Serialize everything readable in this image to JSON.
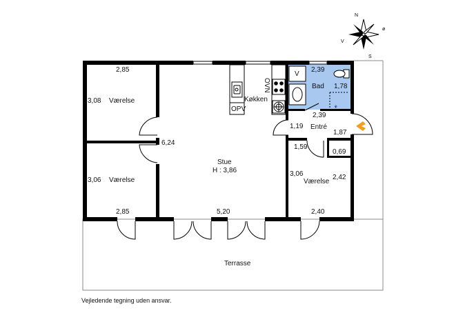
{
  "rooms": {
    "vaerelse_1": {
      "name": "Værelse",
      "width": "2,85",
      "depth": "3,08"
    },
    "vaerelse_2": {
      "name": "Værelse",
      "width": "2,85",
      "depth": "3,06"
    },
    "stue": {
      "name": "Stue",
      "height": "H : 3,86",
      "width": "5,20",
      "depth": "6,24"
    },
    "koekken": {
      "name": "Køkken",
      "ovn": "OVN",
      "opv": "OPV"
    },
    "bad": {
      "name": "Bad",
      "width": "2,39",
      "depth": "1,78",
      "v": "V"
    },
    "entre": {
      "name": "Entré",
      "width": "2,39",
      "depth_left": "1,19",
      "depth_right": "1,87"
    },
    "closet": {
      "depth": "1,59",
      "width": "0,69"
    },
    "vaerelse_3": {
      "name": "Værelse",
      "width": "2,40",
      "depth": "3,06",
      "side": "2,42"
    },
    "terrasse": {
      "name": "Terrasse"
    }
  },
  "compass": {
    "n": "N",
    "o": "ø",
    "s": "S",
    "v": "V"
  },
  "colors": {
    "wall": "#000000",
    "bath": "#a8c8f0",
    "entry_arrow": "#f0a020"
  },
  "disclaimer": "Vejledende tegning uden ansvar."
}
